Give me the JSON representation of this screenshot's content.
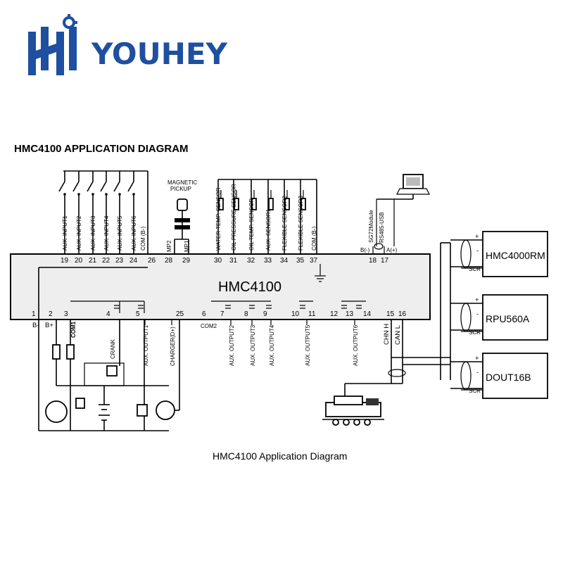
{
  "brand": {
    "name": "YOUHEY",
    "color": "#1e4fa0",
    "logo_icon": "hh-gear-logo-icon"
  },
  "header": {
    "title": "HMC4100 APPLICATION DIAGRAM"
  },
  "module": {
    "name": "HMC4100"
  },
  "caption": "HMC4100 Application Diagram",
  "labels": {
    "magnetic": "MAGNETIC",
    "pickup": "PICKUP",
    "sg72": "SG72Module",
    "rs485usb": "RS485-USB",
    "b_minus_bus": "B(-)",
    "a_plus_bus": "A(+)",
    "b_minus": "B-",
    "b_plus": "B+",
    "com1": "COM1",
    "com2": "COM2",
    "crank": "CRANK",
    "chn_h": "CHN H",
    "can_l": "CAN L"
  },
  "top_terminals": [
    {
      "num": "19",
      "label": "AUX. INPUT1"
    },
    {
      "num": "20",
      "label": "AUX. INPUT2"
    },
    {
      "num": "21",
      "label": "AUX. INPUT3"
    },
    {
      "num": "22",
      "label": "AUX. INPUT4"
    },
    {
      "num": "23",
      "label": "AUX. INPUT5"
    },
    {
      "num": "24",
      "label": "AUX. INPUT6"
    },
    {
      "num": "",
      "label": "COM (B-)"
    },
    {
      "num": "26",
      "label": ""
    },
    {
      "num": "28",
      "label": "MP2"
    },
    {
      "num": "29",
      "label": "MP1"
    },
    {
      "num": "30",
      "label": "WATER TEMP. SENSOR"
    },
    {
      "num": "31",
      "label": "OIL PRESSURE SENSOR"
    },
    {
      "num": "32",
      "label": "OIL TEMP. SENSOR"
    },
    {
      "num": "33",
      "label": "AUX. SENSOR1"
    },
    {
      "num": "34",
      "label": "FLEXIBLE SENSOR2"
    },
    {
      "num": "35",
      "label": "FLEXIBLE SENSOR3"
    },
    {
      "num": "37",
      "label": "COM (B-)"
    },
    {
      "num": "18",
      "label": ""
    },
    {
      "num": "17",
      "label": ""
    }
  ],
  "bottom_terminals": [
    {
      "num": "1"
    },
    {
      "num": "2"
    },
    {
      "num": "3"
    },
    {
      "num": "4"
    },
    {
      "num": "5"
    },
    {
      "num": "25"
    },
    {
      "num": "6"
    },
    {
      "num": "7"
    },
    {
      "num": "8"
    },
    {
      "num": "9"
    },
    {
      "num": "10"
    },
    {
      "num": "11"
    },
    {
      "num": "12"
    },
    {
      "num": "13"
    },
    {
      "num": "14"
    },
    {
      "num": "15"
    },
    {
      "num": "16"
    }
  ],
  "bottom_labels": [
    {
      "text": "AUX. OUTPUT1"
    },
    {
      "text": "CHARGER(D+)"
    },
    {
      "text": "AUX. OUTPUT2"
    },
    {
      "text": "AUX. OUTPUT3"
    },
    {
      "text": "AUX. OUTPUT4"
    },
    {
      "text": "AUX. OUTPUT5"
    },
    {
      "text": "AUX. OUTPUT6"
    }
  ],
  "devices": [
    {
      "name": "HMC4000RM",
      "plus": "+",
      "minus": "-",
      "scr": "SCR"
    },
    {
      "name": "RPU560A",
      "plus": "+",
      "minus": "-",
      "scr": "SCR"
    },
    {
      "name": "DOUT16B",
      "plus": "+",
      "minus": "-",
      "scr": "SCR"
    }
  ],
  "icons": {
    "computer": "laptop-computer-icon",
    "genset": "generator-set-icon",
    "battery": "battery-icon",
    "starter": "starter-motor-icon",
    "charger": "charger-alternator-icon",
    "pickup": "magnetic-pickup-icon"
  }
}
